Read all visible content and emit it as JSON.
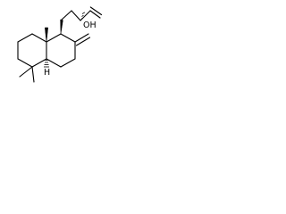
{
  "molecule": {
    "name": "",
    "atom_labels": [
      {
        "id": "oh",
        "text": "OH"
      },
      {
        "id": "h-ring-junction",
        "text": "H"
      }
    ],
    "colors": {
      "bond": "#000000",
      "text": "#000000",
      "background": "#ffffff"
    }
  }
}
